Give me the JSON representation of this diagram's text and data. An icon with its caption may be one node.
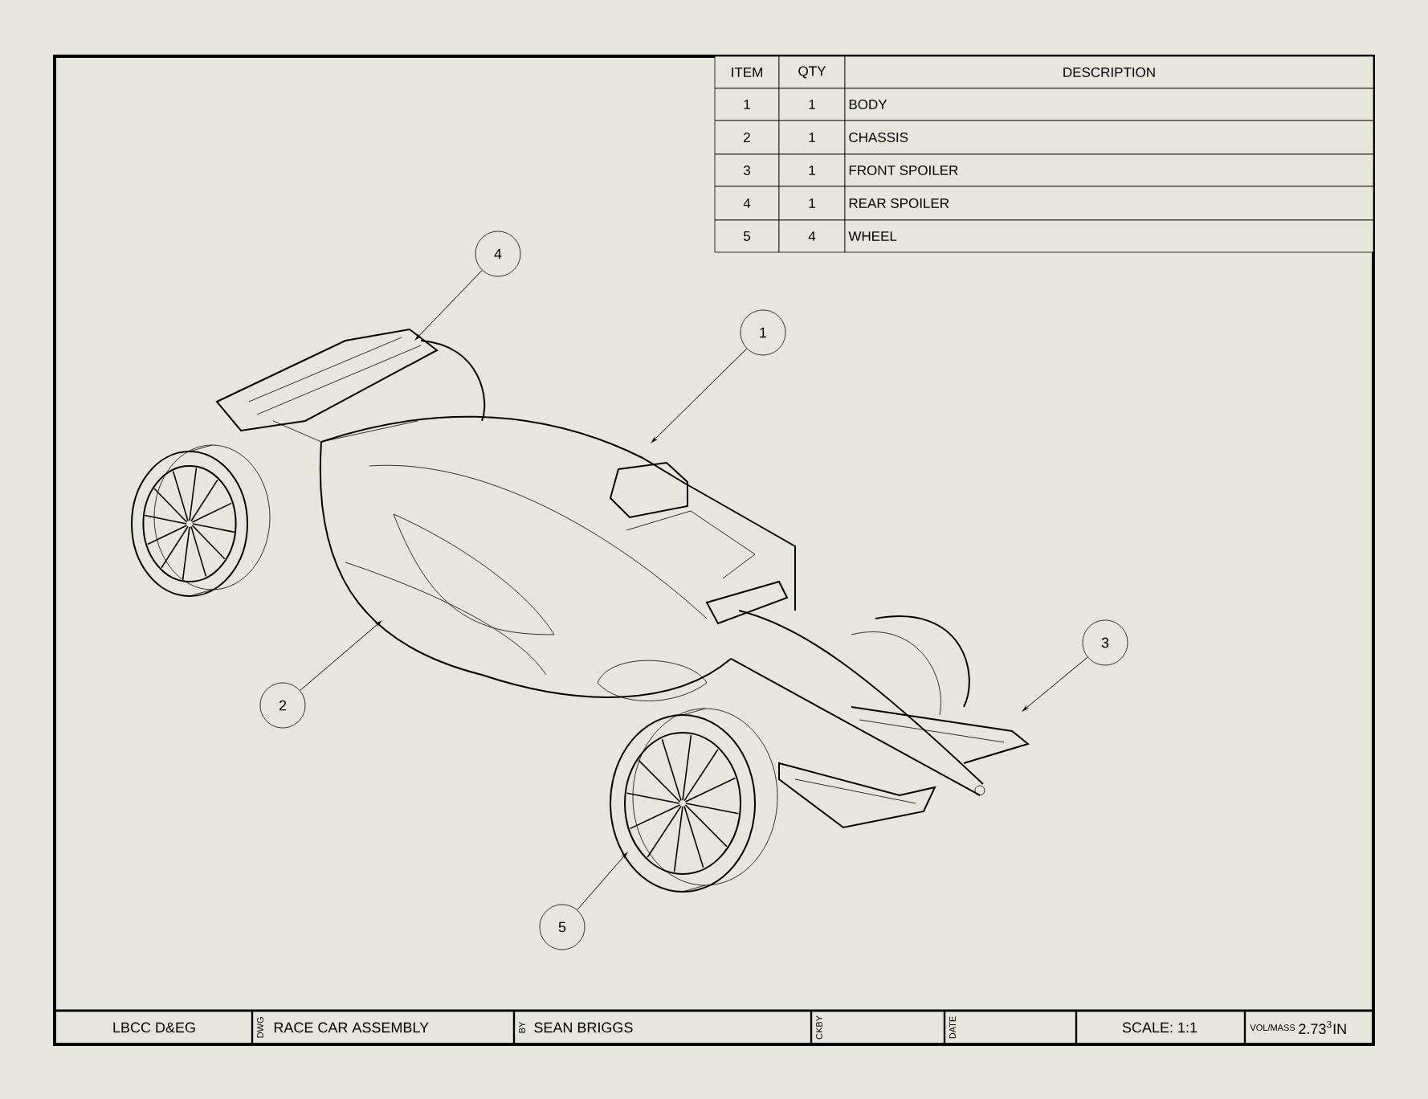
{
  "diagram": {
    "nodes": [
      {
        "text": [
          "1"
        ]
      },
      {
        "text": [
          "2"
        ]
      },
      {
        "text": [
          "3"
        ]
      },
      {
        "text": [
          "4"
        ]
      },
      {
        "text": [
          "5"
        ]
      }
    ],
    "edges": [
      {
        "from": 0,
        "to": null,
        "arrow": "to"
      },
      {
        "from": 1,
        "to": null,
        "arrow": "to"
      },
      {
        "from": 2,
        "to": null,
        "arrow": "to"
      },
      {
        "from": 3,
        "to": null,
        "arrow": "to"
      },
      {
        "from": 4,
        "to": null,
        "arrow": "to"
      }
    ],
    "labels": [
      "ITEM",
      "QTY",
      "DESCRIPTION",
      "1",
      "1",
      "BODY",
      "2",
      "1",
      "CHASSIS",
      "3",
      "1",
      "FRONT SPOILER",
      "4",
      "1",
      "REAR SPOILER",
      "5",
      "4",
      "WHEEL",
      "LBCC D&EG",
      "DWG",
      "RACE CAR ASSEMBLY",
      "BY",
      "SEAN BRIGGS",
      "CKBY",
      "DATE",
      "SCALE: 1:1",
      "VOL/MASS",
      "2.73$^{3}$IN"
    ]
  }
}
